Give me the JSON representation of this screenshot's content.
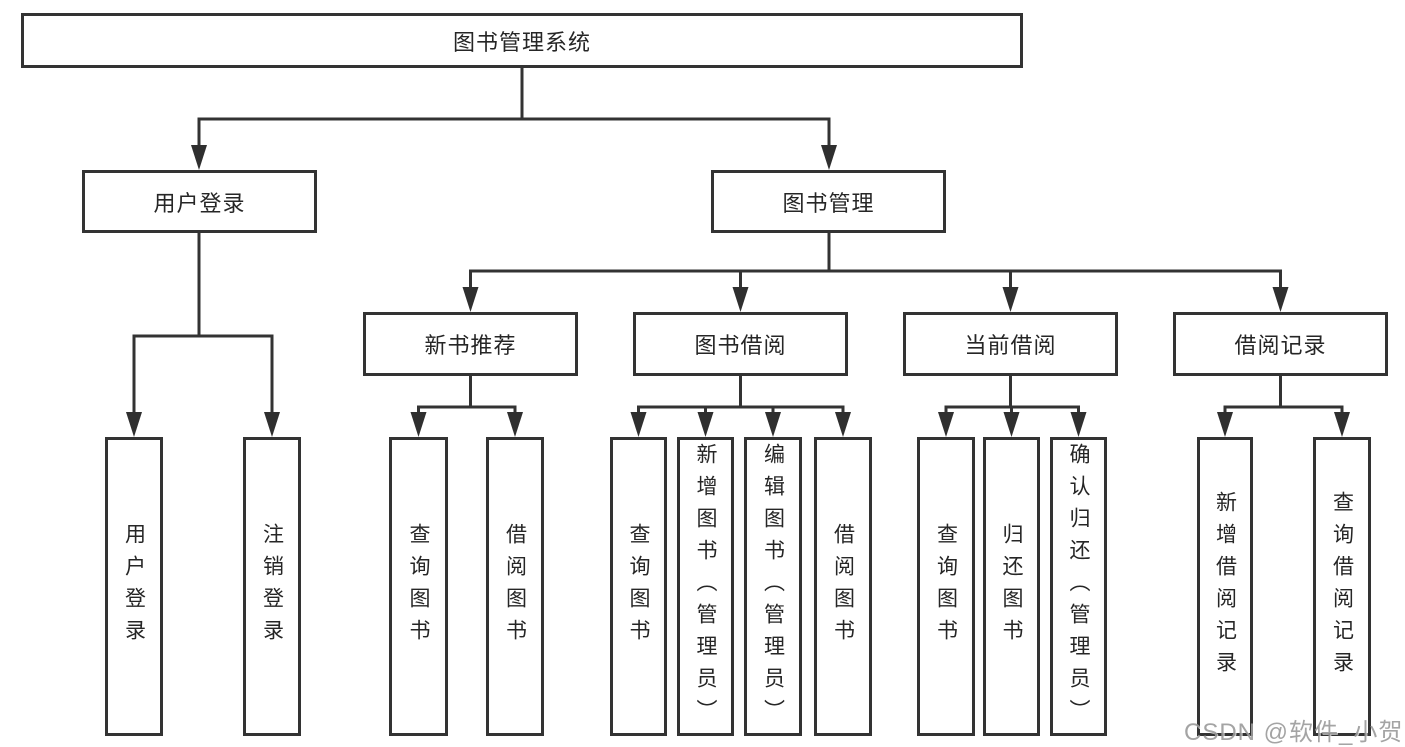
{
  "diagram": {
    "type": "functional-structure-tree",
    "title": "图书管理系统"
  },
  "nodes": {
    "root": "图书管理系统",
    "user_login": "用户登录",
    "book_mgmt": "图书管理",
    "leaf_login": "用户登录",
    "leaf_logout": "注销登录",
    "new_book": "新书推荐",
    "borrow": "图书借阅",
    "current": "当前借阅",
    "records": "借阅记录",
    "nb_query": "查询图书",
    "nb_borrow": "借阅图书",
    "bw_query": "查询图书",
    "bw_add": "新增图书（管理员）",
    "bw_edit": "编辑图书（管理员）",
    "bw_borrow": "借阅图书",
    "cur_query": "查询图书",
    "cur_return": "归还图书",
    "cur_confirm": "确认归还（管理员）",
    "rec_add": "新增借阅记录",
    "rec_query": "查询借阅记录"
  },
  "hierarchy": {
    "图书管理系统": {
      "用户登录": [
        "用户登录",
        "注销登录"
      ],
      "图书管理": {
        "新书推荐": [
          "查询图书",
          "借阅图书"
        ],
        "图书借阅": [
          "查询图书",
          "新增图书（管理员）",
          "编辑图书（管理员）",
          "借阅图书"
        ],
        "当前借阅": [
          "查询图书",
          "归还图书",
          "确认归还（管理员）"
        ],
        "借阅记录": [
          "新增借阅记录",
          "查询借阅记录"
        ]
      }
    }
  },
  "watermark": {
    "text": "CSDN @软件_小贺同学",
    "color": "#9b9b9b"
  },
  "colors": {
    "line": "#333333",
    "box_border": "#333333",
    "box_background": "#ffffff",
    "text": "#262626",
    "page_background": "#ffffff"
  }
}
